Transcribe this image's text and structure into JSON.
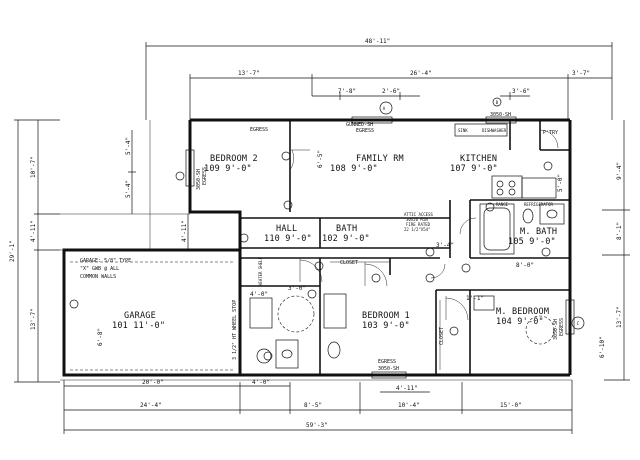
{
  "rooms": {
    "bedroom2_name": "BEDROOM 2",
    "bedroom2_size": "109  9'-0\"",
    "family_name": "FAMILY RM",
    "family_size": "108   9'-0\"",
    "kitchen_name": "KITCHEN",
    "kitchen_size": "107   9'-0\"",
    "hall_name": "HALL",
    "hall_size": "110   9'-0\"",
    "bath_name": "BATH",
    "bath_size": "102   9'-0\"",
    "mbath_name": "M. BATH",
    "mbath_size": "105   9'-0\"",
    "garage_name": "GARAGE",
    "garage_size": "101   11'-0\"",
    "bedroom1_name": "BEDROOM 1",
    "bedroom1_size": "103   9'-0\"",
    "mbedroom_name": "M. BEDROOM",
    "mbedroom_size": "104   9'-0\"",
    "closet": "CLOSET",
    "closet_v": "CLOSET",
    "ptry": "P'TRY"
  },
  "notes": {
    "egress_top": "EGRESS",
    "egress_bottom": "EGRESS",
    "egress_bottom_code": "3050-SH",
    "egress_right": "EGRESS",
    "egress_right_code": "3050-SH",
    "egress_left_code": "3050-SH",
    "egress_left": "EGRESS",
    "family_egress": "EGRESS",
    "family_egress_code": "GUNNED-SH",
    "kitchen_window": "3050-SH",
    "garage_type_1": "GARAGE: 5/8\" TYPE",
    "garage_type_2": "\"X\" GWB @ ALL",
    "garage_type_3": "COMMON WALLS",
    "attic_1": "ATTIC ACCESS",
    "attic_2": "30X26 MIN",
    "attic_3": "FIRE RATED",
    "attic_4": "22 1/2\"X54\"",
    "wheel_stop": "3 1/2\" HT WHEEL STOP",
    "heater_shelf": "HEATER SHELF",
    "cabinet_labels": [
      "SINK",
      "DISHWASHER",
      "RANGE",
      "REFRIGERATOR"
    ],
    "tag_a": "A",
    "tag_b": "B",
    "tag_c": "C"
  },
  "dims": {
    "total_top": "48'-11\"",
    "top_left": "13'-7\"",
    "top_mid": "26'-4\"",
    "top_right": "3'-7\"",
    "top_small1": "7'-8\"",
    "top_small2": "2'-6\"",
    "top_small3": "3'-6\"",
    "left_total": "29'-1\"",
    "left_upper": "10'-7\"",
    "left_mid": "4'-11\"",
    "left_lower": "13'-7\"",
    "left_a": "5'-4\"",
    "left_b": "5'-4\"",
    "left_c": "4'-11\"",
    "right_total": "8'-1\"",
    "right_a": "9'-4\"",
    "right_b": "13'-7\"",
    "right_c": "6'-10\"",
    "bottom_total": "59'-3\"",
    "bottom_1": "24'-4\"",
    "bottom_2": "8'-5\"",
    "bottom_3": "10'-4\"",
    "bottom_4": "15'-0\"",
    "bottom_inner1": "20'-0\"",
    "bottom_inner2": "4'-0\"",
    "bottom_inner3": "4'-11\"",
    "inner_3_4": "3'-4\"",
    "inner_8_0": "8'-0\"",
    "inner_4_0": "4'-0\"",
    "inner_3_0": "3'-0\"",
    "inner_1_1": "1'-1\"",
    "inner_6_5": "6'-5\"",
    "inner_6_8": "6'-8\"",
    "inner_5_0": "5'-0\""
  }
}
